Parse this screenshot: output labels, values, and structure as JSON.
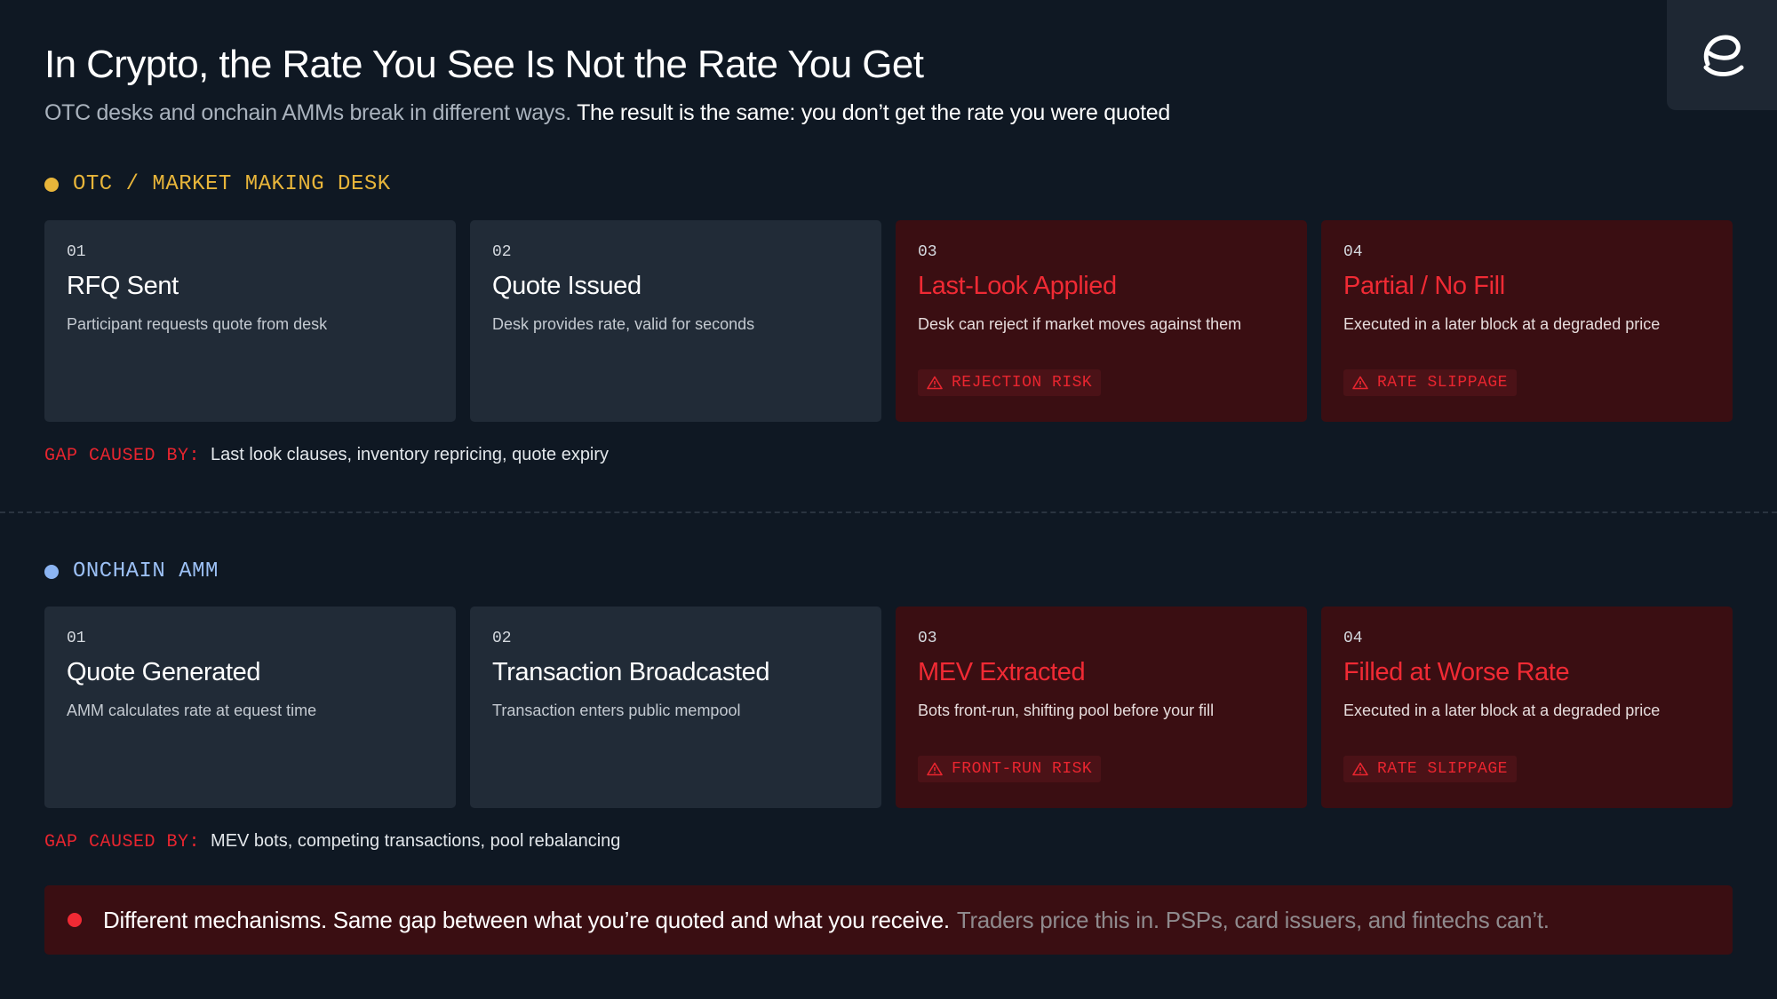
{
  "header": {
    "title": "In Crypto, the Rate You See Is Not the Rate You Get",
    "subtitle_muted": "OTC desks and onchain AMMs break in different ways.",
    "subtitle_strong": "The result is the same: you don’t get the rate you were quoted",
    "logo_icon": "brand-logo-icon"
  },
  "colors": {
    "background": "#0f1823",
    "otc_dot": "#e8b53a",
    "otc_label": "#e8b53a",
    "amm_dot": "#8bb4f2",
    "amm_label": "#9cc0f5",
    "risk_red": "#f02a34",
    "neutral_card": "#212b37",
    "risk_card": "#3a0e12"
  },
  "otc": {
    "label": "OTC / MARKET MAKING DESK",
    "cards": [
      {
        "num": "01",
        "title": "RFQ Sent",
        "desc": "Participant requests quote from desk"
      },
      {
        "num": "02",
        "title": "Quote Issued",
        "desc": "Desk provides rate, valid for seconds"
      },
      {
        "num": "03",
        "title": "Last-Look Applied",
        "desc": "Desk can reject if market moves against them",
        "badge": "REJECTION RISK",
        "badge_icon": "warning-triangle-icon"
      },
      {
        "num": "04",
        "title": "Partial / No Fill",
        "desc": "Executed in a later block at a degraded price",
        "badge": "RATE SLIPPAGE",
        "badge_icon": "warning-triangle-icon"
      }
    ],
    "gap_label": "GAP CAUSED BY:",
    "gap_text": "Last look clauses, inventory repricing, quote expiry"
  },
  "amm": {
    "label": "ONCHAIN AMM",
    "cards": [
      {
        "num": "01",
        "title": "Quote Generated",
        "desc": "AMM calculates rate at equest time"
      },
      {
        "num": "02",
        "title": "Transaction Broadcasted",
        "desc": "Transaction enters public mempool"
      },
      {
        "num": "03",
        "title": "MEV Extracted",
        "desc": "Bots front-run, shifting pool before your fill",
        "badge": "FRONT-RUN RISK",
        "badge_icon": "warning-triangle-icon"
      },
      {
        "num": "04",
        "title": "Filled at Worse Rate",
        "desc": "Executed in a later block at a degraded price",
        "badge": "RATE SLIPPAGE",
        "badge_icon": "warning-triangle-icon"
      }
    ],
    "gap_label": "GAP CAUSED BY:",
    "gap_text": "MEV bots, competing transactions, pool rebalancing"
  },
  "footer": {
    "strong": "Different mechanisms. Same gap between what you’re quoted and what you receive.",
    "muted": "Traders price this in. PSPs, card issuers, and fintechs can’t."
  }
}
